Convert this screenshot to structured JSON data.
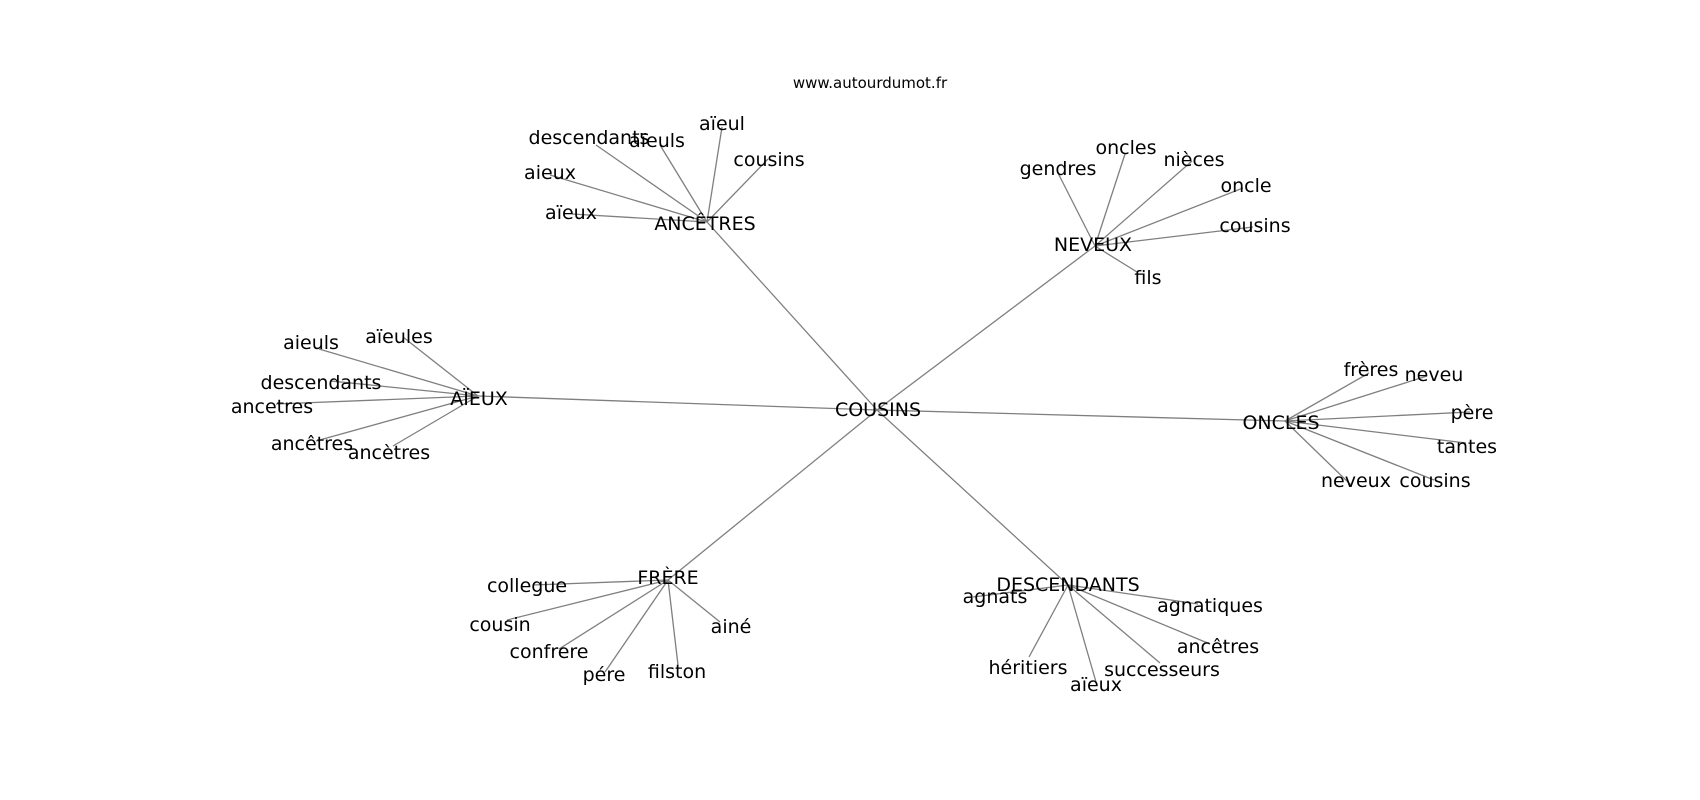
{
  "site": "www.autourdumot.fr",
  "center": "COUSINS",
  "hubs": [
    {
      "label": "ANCÊTRES",
      "leaves": [
        "descendants",
        "aïeuls",
        "aïeul",
        "cousins",
        "aieux",
        "aïeux"
      ]
    },
    {
      "label": "NEVEUX",
      "leaves": [
        "gendres",
        "oncles",
        "nièces",
        "oncle",
        "cousins",
        "fils"
      ]
    },
    {
      "label": "AÏEUX",
      "leaves": [
        "aieuls",
        "aïeules",
        "descendants",
        "ancetres",
        "ancêtres",
        "ancètres"
      ]
    },
    {
      "label": "ONCLES",
      "leaves": [
        "frères",
        "neveu",
        "père",
        "tantes",
        "neveux",
        "cousins"
      ]
    },
    {
      "label": "FRÈRE",
      "leaves": [
        "collegue",
        "cousin",
        "confrere",
        "pére",
        "filston",
        "ainé"
      ]
    },
    {
      "label": "DESCENDANTS",
      "leaves": [
        "agnats",
        "héritiers",
        "aïeux",
        "successeurs",
        "ancêtres",
        "agnatiques"
      ]
    }
  ]
}
